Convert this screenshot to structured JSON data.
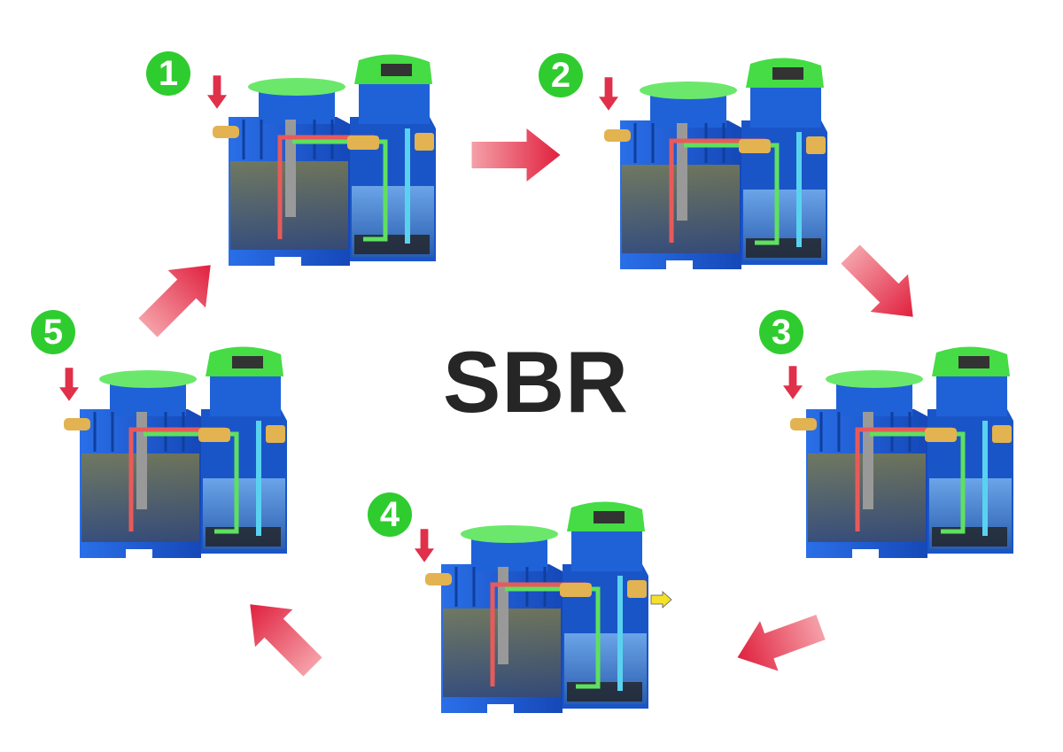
{
  "title": "SBR",
  "steps": [
    {
      "number": "1"
    },
    {
      "number": "2"
    },
    {
      "number": "3"
    },
    {
      "number": "4"
    },
    {
      "number": "5"
    }
  ],
  "colors": {
    "badge": "#2fcc2f",
    "tank": "#1e5fd6",
    "lid": "#4be04b",
    "arrow": "#e8324e",
    "pipe_red": "#e85a5a",
    "pipe_green": "#5fe05f",
    "pipe_cyan": "#59d2f0",
    "inlet": "#e2b350"
  }
}
